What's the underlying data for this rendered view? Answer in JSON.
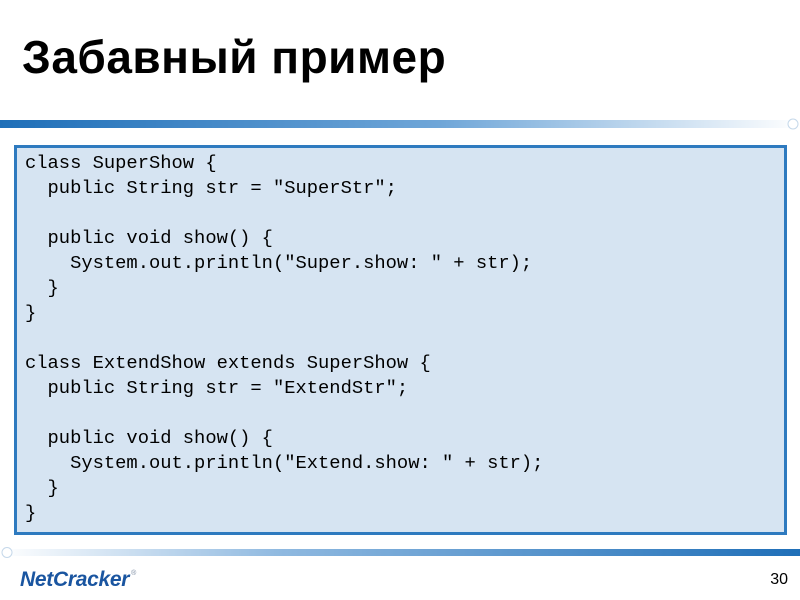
{
  "slide": {
    "title": "Забавный пример",
    "page_number": "30"
  },
  "code": {
    "lines": [
      "class SuperShow {",
      "  public String str = \"SuperStr\";",
      "",
      "  public void show() {",
      "    System.out.println(\"Super.show: \" + str);",
      "  }",
      "}",
      "",
      "class ExtendShow extends SuperShow {",
      "  public String str = \"ExtendStr\";",
      "",
      "  public void show() {",
      "    System.out.println(\"Extend.show: \" + str);",
      "  }",
      "}"
    ]
  },
  "footer": {
    "logo_net": "Net",
    "logo_cracker": "Cracker",
    "logo_mark": "®"
  },
  "colors": {
    "bar_dark": "#1f6fb8",
    "bar_light": "#ffffff",
    "code_background": "#d6e4f2",
    "code_border": "#2e7abf",
    "logo_blue": "#1a55a0"
  }
}
